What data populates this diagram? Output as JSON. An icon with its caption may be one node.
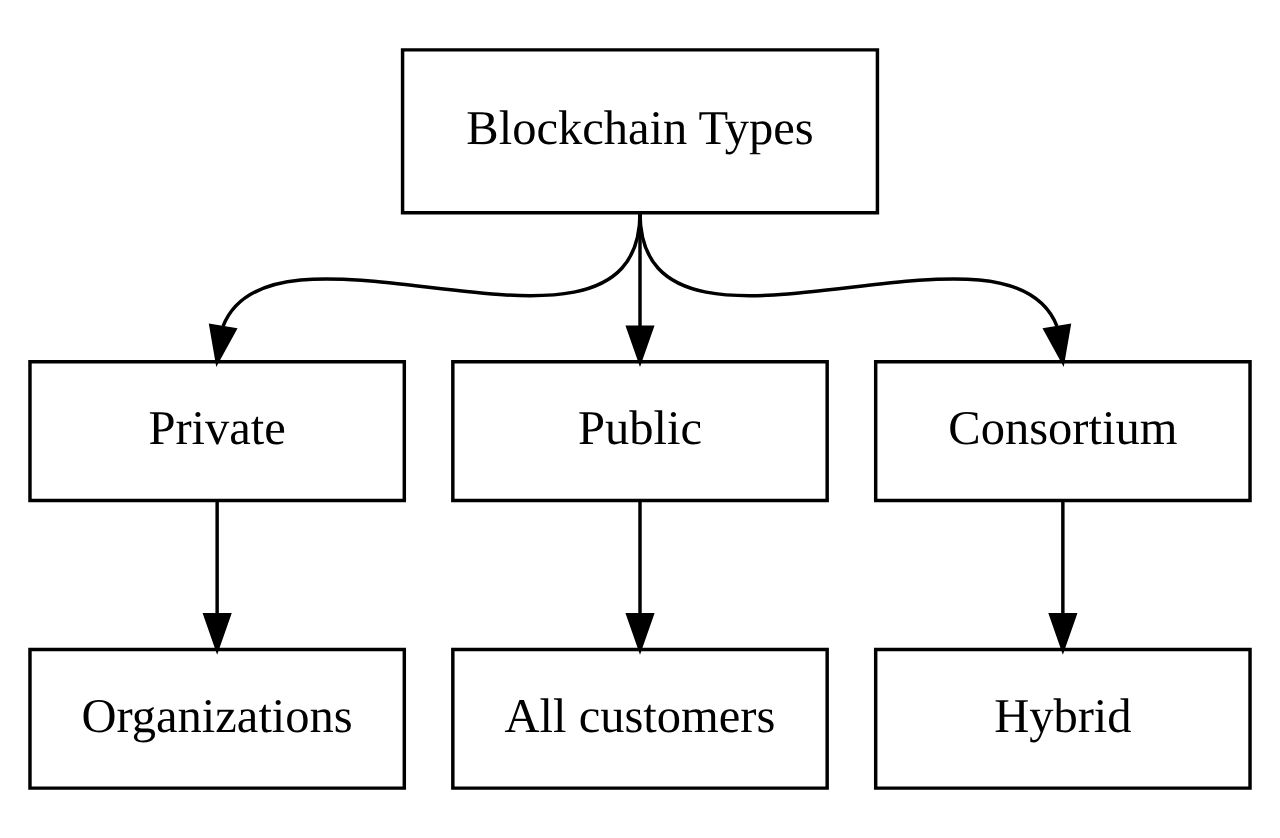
{
  "diagram": {
    "nodes": [
      {
        "text": [
          "Blockchain Types"
        ]
      },
      {
        "text": [
          "Private"
        ]
      },
      {
        "text": [
          "Public"
        ]
      },
      {
        "text": [
          "Consortium"
        ]
      },
      {
        "text": [
          "Organizations"
        ]
      },
      {
        "text": [
          "All customers"
        ]
      },
      {
        "text": [
          "Hybrid"
        ]
      }
    ],
    "edges": [
      {
        "from": 0,
        "to": 1,
        "arrow": "to"
      },
      {
        "from": 0,
        "to": 2,
        "arrow": "to"
      },
      {
        "from": 0,
        "to": 3,
        "arrow": "to"
      },
      {
        "from": 1,
        "to": 4,
        "arrow": "to"
      },
      {
        "from": 2,
        "to": 5,
        "arrow": "to"
      },
      {
        "from": 3,
        "to": 6,
        "arrow": "to"
      }
    ]
  }
}
